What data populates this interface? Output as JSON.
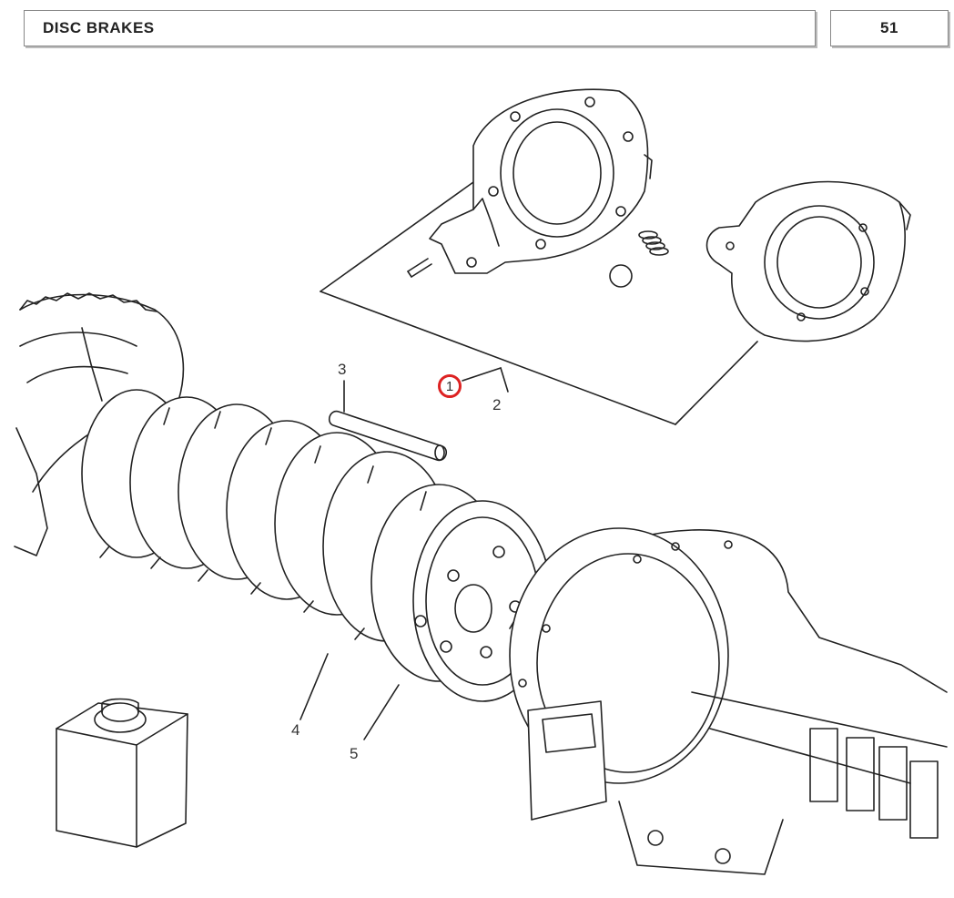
{
  "header": {
    "title": "DISC BRAKES",
    "page_number": "51"
  },
  "callouts": [
    {
      "id": "1",
      "label": "1",
      "highlighted": true
    },
    {
      "id": "2",
      "label": "2"
    },
    {
      "id": "3",
      "label": "3"
    },
    {
      "id": "4",
      "label": "4"
    },
    {
      "id": "5",
      "label": "5"
    }
  ],
  "colors": {
    "highlight": "#dd2222",
    "line": "#222222"
  }
}
